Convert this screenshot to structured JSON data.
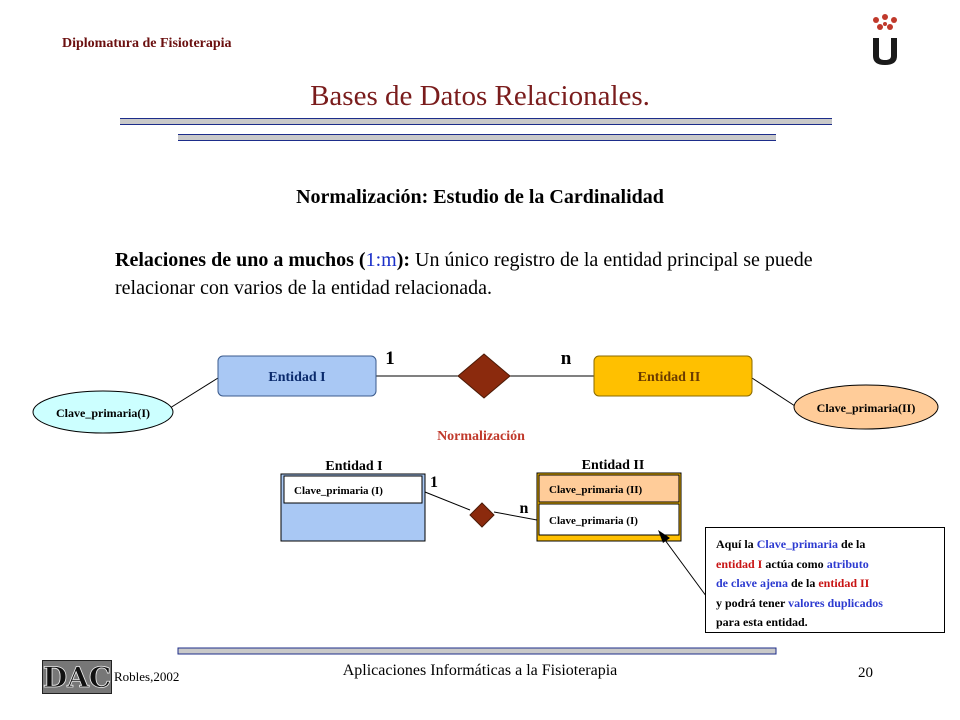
{
  "header": {
    "course": "Diplomatura de Fisioterapia",
    "title": "Bases de Datos Relacionales.",
    "logo_text": "u"
  },
  "content": {
    "subtitle": "Normalización: Estudio de la Cardinalidad",
    "para_bold": "Relaciones de uno a muchos (",
    "para_code": "1:m",
    "para_bold2": "):",
    "para_rest": " Un único registro de la entidad principal se puede relacionar con varios de la entidad relacionada."
  },
  "diagram_top": {
    "entity1": "Entidad I",
    "entity2": "Entidad II",
    "card_left": "1",
    "card_right": "n",
    "attr1": "Clave_primaria(I)",
    "attr2": "Clave_primaria(II)",
    "normalization_label": "Normalización"
  },
  "diagram_bottom": {
    "entity1": "Entidad I",
    "entity2": "Entidad II",
    "card_left": "1",
    "card_right": "n",
    "e1_field": "Clave_primaria (I)",
    "e2_field1": "Clave_primaria (II)",
    "e2_field2": "Clave_primaria (I)"
  },
  "note": {
    "l1a": "Aquí la ",
    "l1b": "Clave_primaria",
    "l1c": " de la",
    "l2a": "entidad I",
    "l2b": " actúa como ",
    "l2c": "atributo",
    "l3a": "de clave ajena",
    "l3b": " de la ",
    "l3c": "entidad II",
    "l4a": "y podrá tener ",
    "l4b": "valores duplicados",
    "l5": "para esta entidad."
  },
  "footer": {
    "logo": "DAC",
    "author": "Robles,2002",
    "course_title": "Aplicaciones Informáticas a la Fisioterapia",
    "page": "20"
  },
  "colors": {
    "title": "#7a1c1c",
    "entity_blue": "#a9c8f4",
    "entity_orange": "#ffc000",
    "diamond": "#8b2a0d",
    "attr_cyan": "#ccffff",
    "attr_peach": "#ffcc99",
    "normalization": "#c0392b"
  }
}
